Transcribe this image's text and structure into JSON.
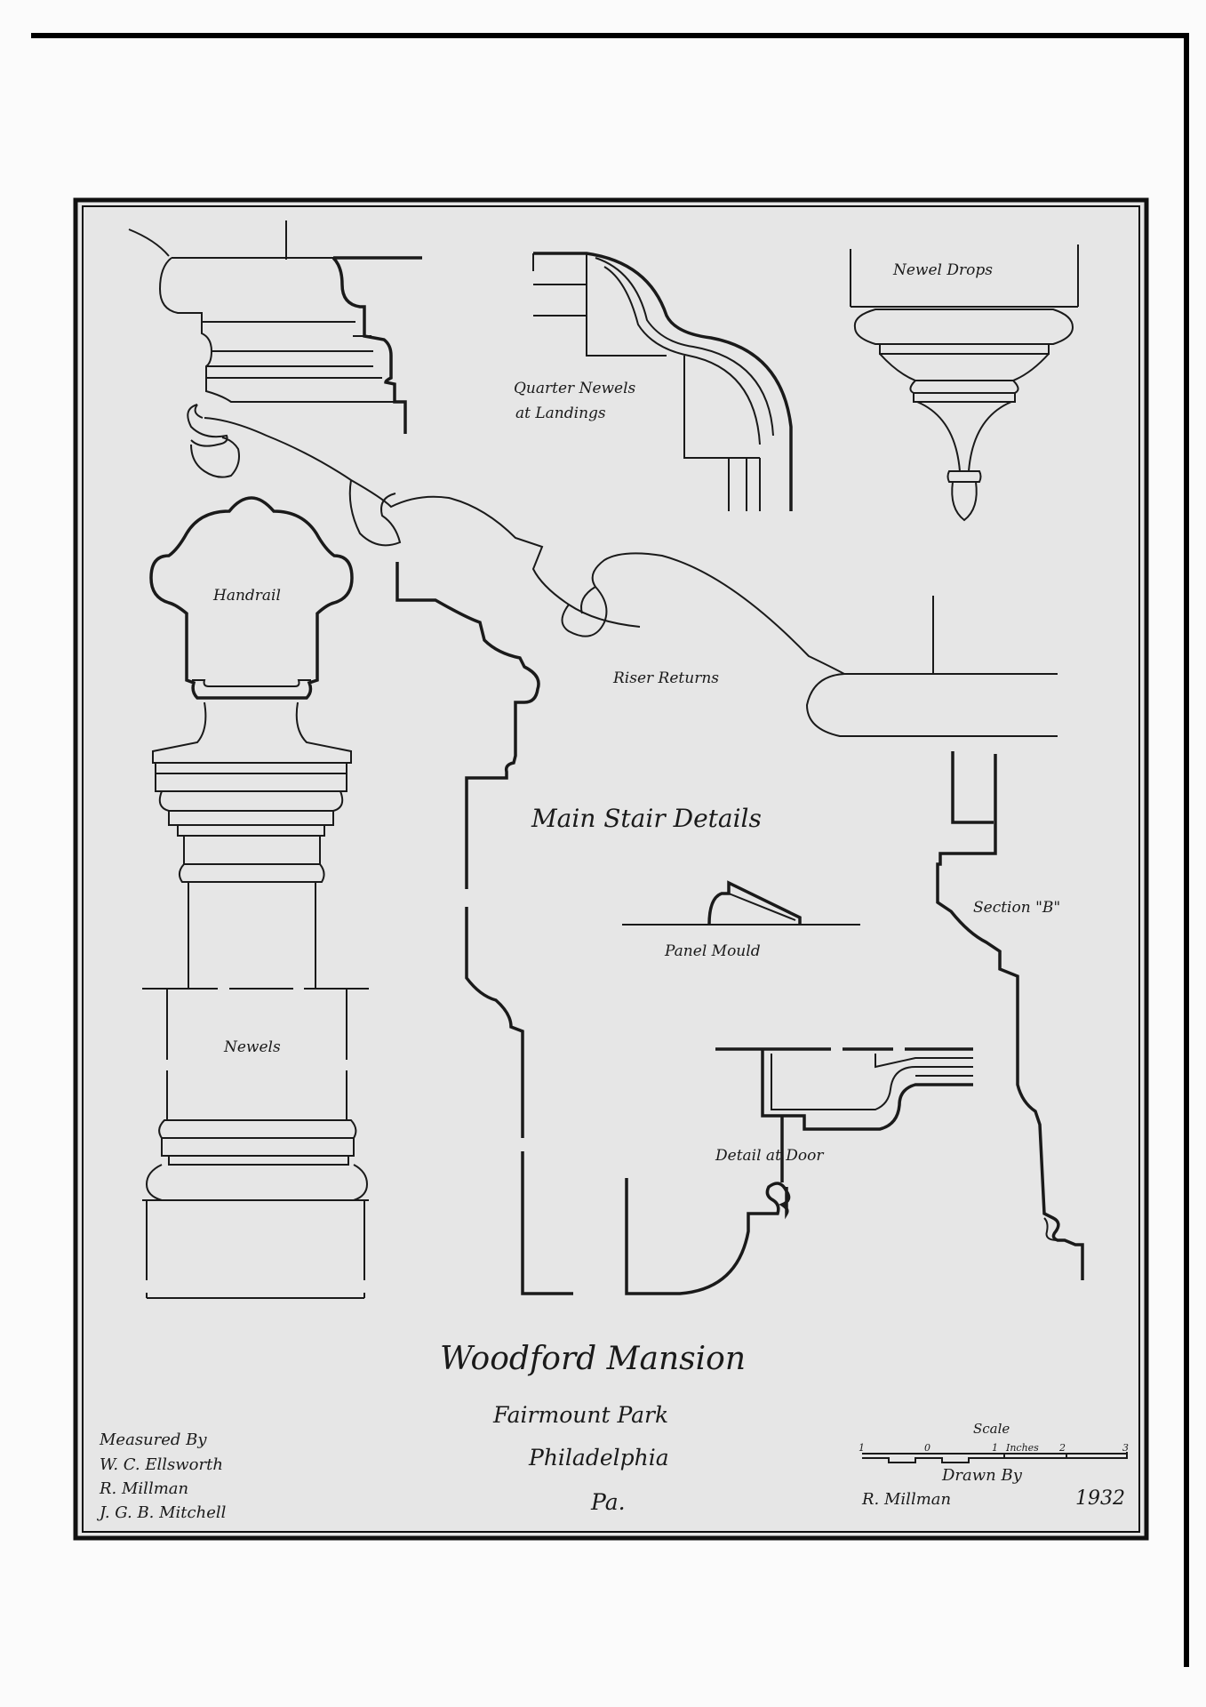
{
  "drawing": {
    "labels": {
      "quarter_newels": [
        "Quarter Newels",
        "at Landings"
      ],
      "newel_drops": "Newel Drops",
      "handrail": "Handrail",
      "riser_returns": "Riser Returns",
      "main_stair_details": "Main Stair Details",
      "section_b": "Section \"B\"",
      "panel_mould": "Panel Mould",
      "newels": "Newels",
      "detail_at_door": "Detail at Door"
    },
    "title_block": {
      "title": "Woodford Mansion",
      "line2": "Fairmount Park",
      "line3": "Philadelphia",
      "line4": "Pa.",
      "measured_by_heading": "Measured By",
      "measured_by": [
        "W. C. Ellsworth",
        "R. Millman",
        "J. G. B. Mitchell"
      ],
      "scale_label": "Scale",
      "scale_ticks": [
        "1",
        "0",
        "1",
        "2",
        "3"
      ],
      "scale_unit": "Inches",
      "drawn_by_heading": "Drawn By",
      "drawn_by": "R. Millman",
      "year": "1932"
    }
  },
  "colors": {
    "ink": "#1a1a1a",
    "paper": "#e6e6e6",
    "photo_margin": "#fbfbfb",
    "frame": "#000000"
  }
}
